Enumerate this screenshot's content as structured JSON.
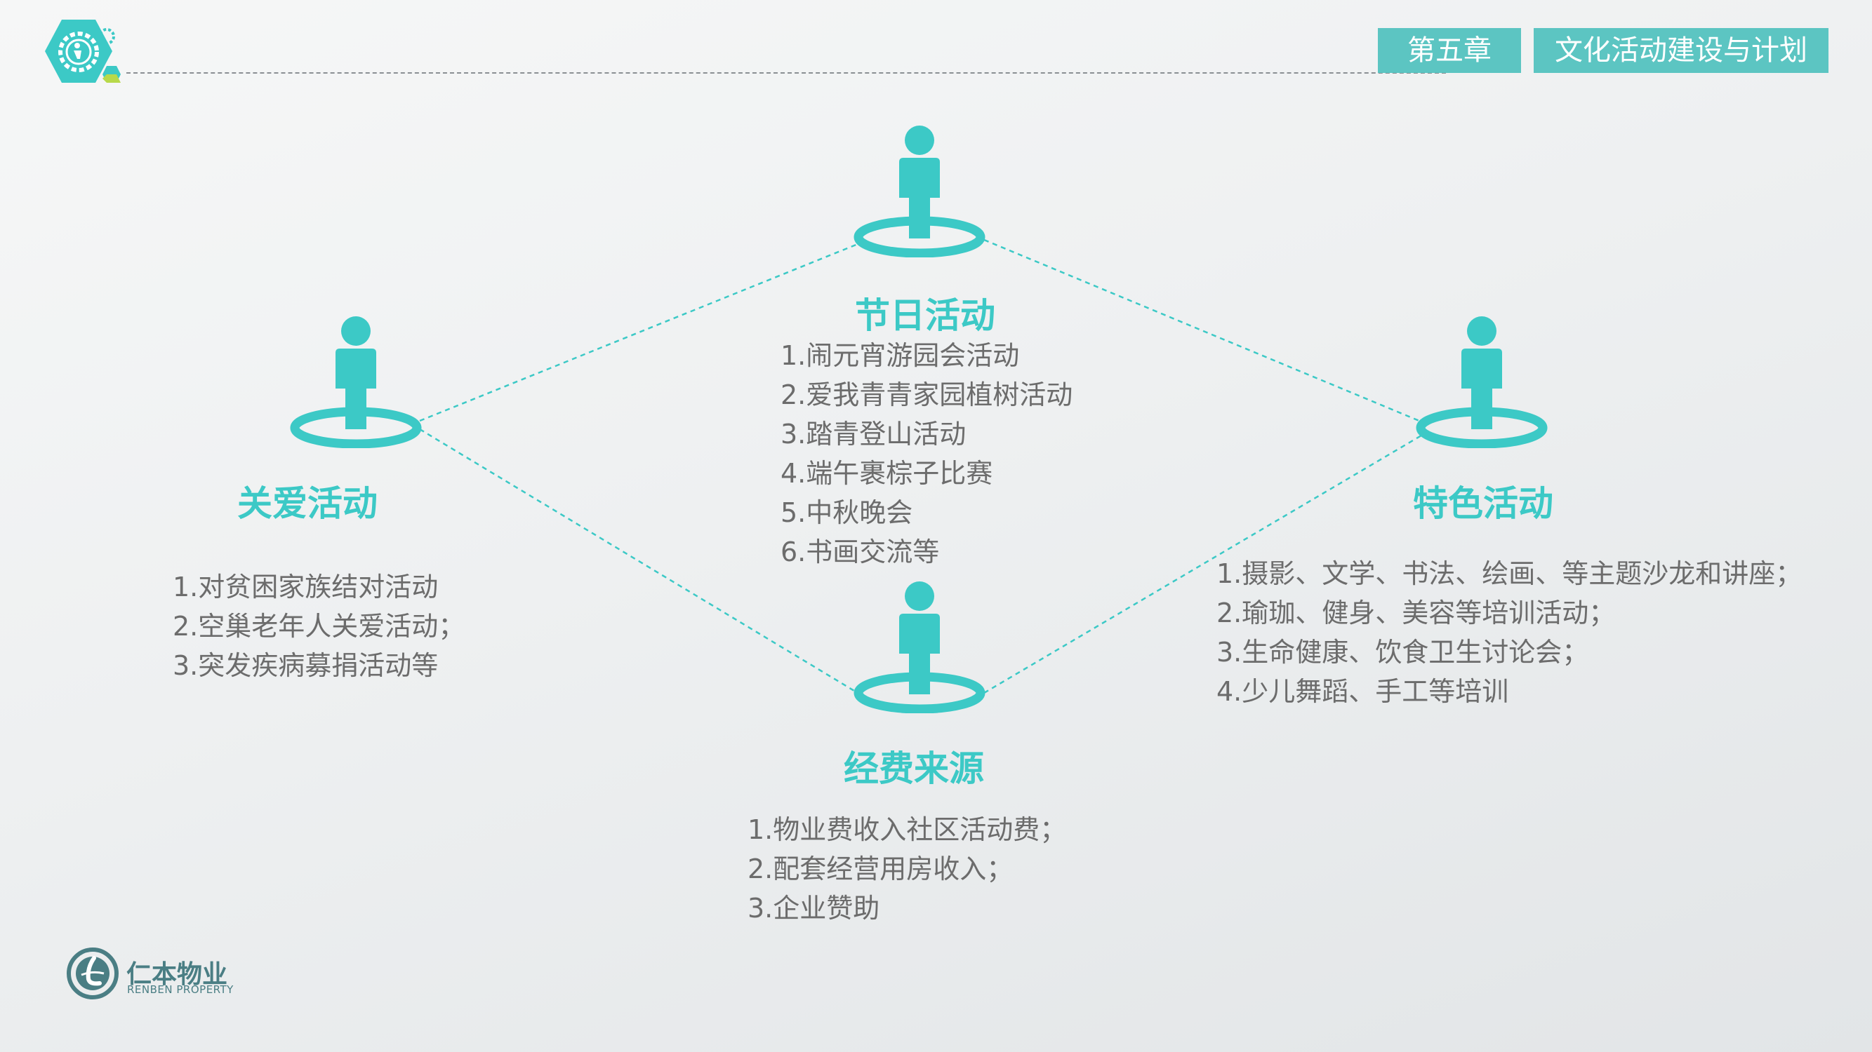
{
  "header": {
    "chapter": "第五章",
    "title": "文化活动建设与计划",
    "accent_color": "#5cc5c2"
  },
  "colors": {
    "node": "#3cc9c6",
    "text": "#6c6c6c",
    "link": "#3cc9c6"
  },
  "nodes": {
    "care": {
      "icon": "person-on-ring-icon",
      "title": "关爱活动",
      "items": [
        "1.对贫困家族结对活动",
        "2.空巢老年人关爱活动；",
        "3.突发疾病募捐活动等"
      ]
    },
    "festival": {
      "icon": "person-on-ring-icon",
      "title": "节日活动",
      "items": [
        "1.闹元宵游园会活动",
        "2.爱我青青家园植树活动",
        "3.踏青登山活动",
        "4.端午裹棕子比赛",
        "5.中秋晚会",
        "6.书画交流等"
      ]
    },
    "special": {
      "icon": "person-on-ring-icon",
      "title": "特色活动",
      "items": [
        "1.摄影、文学、书法、绘画、等主题沙龙和讲座；",
        "2.瑜珈、健身、美容等培训活动；",
        "3.生命健康、饮食卫生讨论会；",
        "4.少儿舞蹈、手工等培训"
      ]
    },
    "funding": {
      "icon": "person-on-ring-icon",
      "title": "经费来源",
      "items": [
        "1.物业费收入社区活动费；",
        "2.配套经营用房收入；",
        "3.企业赞助"
      ]
    }
  },
  "logo": {
    "icon": "renben-logo-icon",
    "name_cn": "仁本物业",
    "name_en": "RENBEN PROPERTY"
  },
  "corner_icon": "hexagon-gear-person-icon"
}
